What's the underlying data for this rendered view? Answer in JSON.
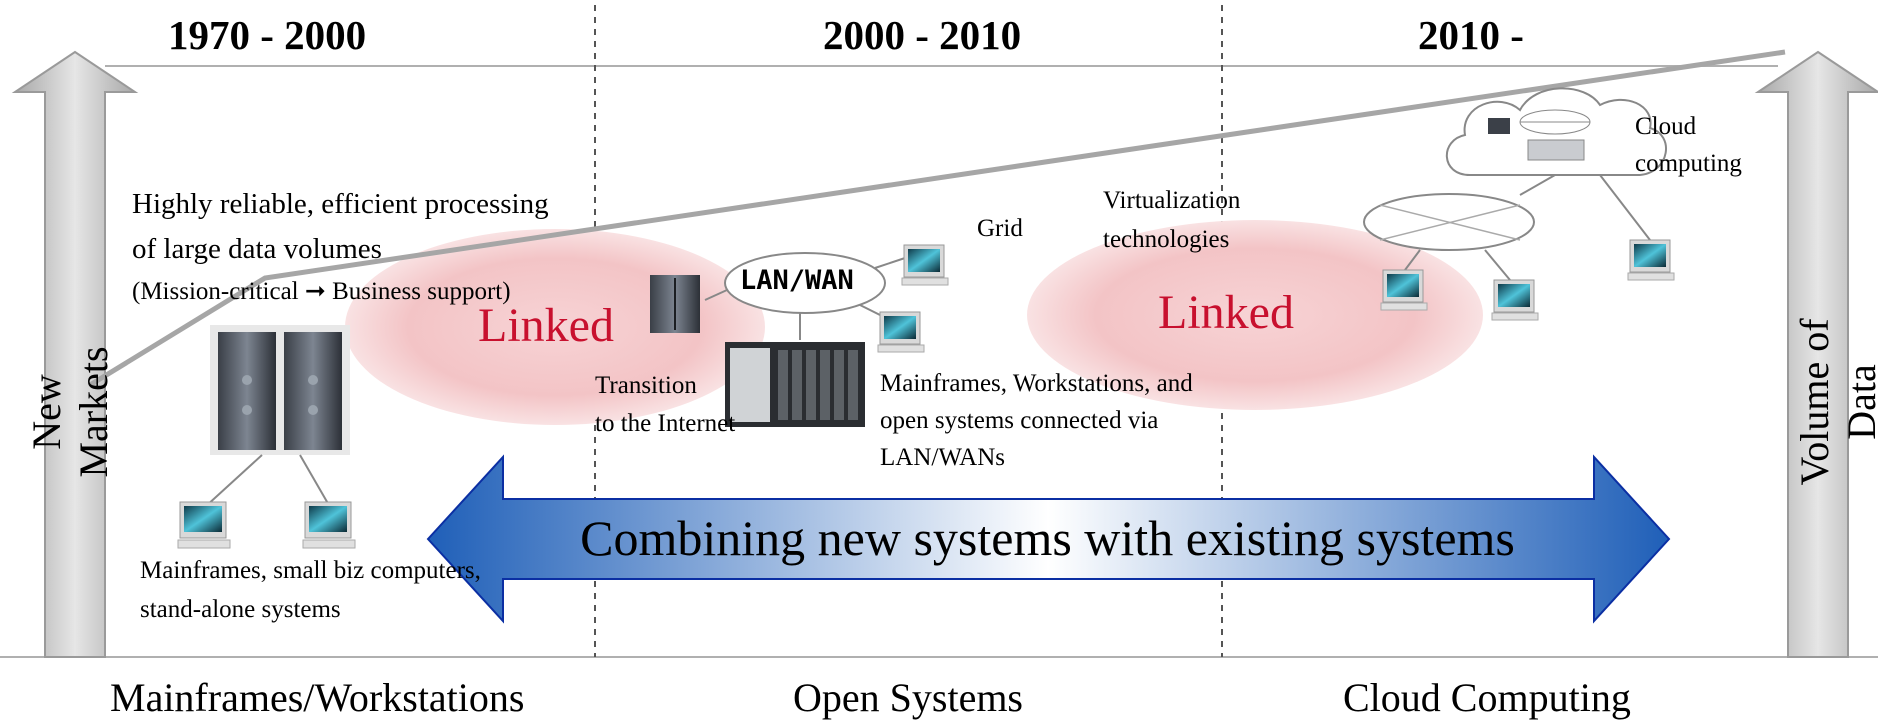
{
  "eras": [
    "1970 - 2000",
    "2000 - 2010",
    "2010 -"
  ],
  "bottom_labels": [
    "Mainframes/Workstations",
    "Open Systems",
    "Cloud Computing"
  ],
  "axis_left": "New Markets",
  "axis_right": "Volume of Data",
  "highly_reliable": {
    "line1": "Highly reliable, efficient processing",
    "line2": "of large data volumes",
    "line3": "(Mission-critical ➞ Business support)"
  },
  "linked_left": "Linked",
  "linked_right": "Linked",
  "lan_wan": "LAN/WAN",
  "grid": "Grid",
  "virtualization": {
    "line1": "Virtualization",
    "line2": "technologies"
  },
  "cloud": {
    "line1": "Cloud",
    "line2": "computing"
  },
  "transition": {
    "line1": "Transition",
    "line2": "to the Internet"
  },
  "open_desc": {
    "line1": "Mainframes, Workstations, and",
    "line2": "open systems connected via",
    "line3": "LAN/WANs"
  },
  "mainframe_desc": {
    "line1": "Mainframes, small biz computers,",
    "line2": "stand-alone systems"
  },
  "combining": "Combining new systems with existing systems",
  "colors": {
    "linked_text": "#c8102e",
    "linked_ellipse": "#f3c6c8",
    "arrow_dark": "#1f5fb8",
    "arrow_light": "#ffffff",
    "axis_arrow": "#bdbdbd",
    "trend_line": "#a6a6a6"
  }
}
